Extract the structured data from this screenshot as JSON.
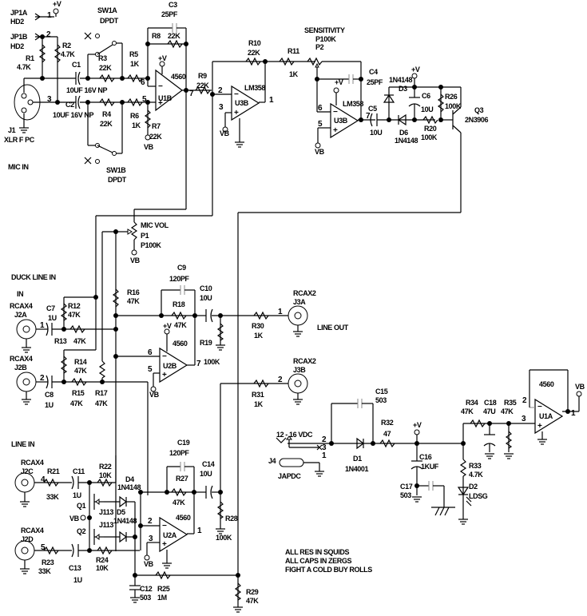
{
  "title": "Audio ducking mixer schematic",
  "notes": [
    "ALL RES IN SQUIDS",
    "ALL CAPS IN ZERGS",
    "FIGHT A COLD BUY ROLLS"
  ],
  "sections": {
    "mic_in": "MIC IN",
    "duck_line_in": "DUCK LINE IN",
    "in": "IN",
    "line_in": "LINE IN",
    "line_out": "LINE OUT",
    "sensitivity": "SENSITIVITY",
    "mic_vol": "MIC VOL"
  },
  "supply": {
    "vplus": "+V",
    "vb": "VB",
    "power_in": "12 - 16 VDC"
  },
  "connectors": {
    "jp1a": [
      "JP1A",
      "HD2"
    ],
    "jp1b": [
      "JP1B",
      "HD2"
    ],
    "j1": [
      "J1",
      "XLR F PC"
    ],
    "j2a": [
      "RCAX4",
      "J2A"
    ],
    "j2b": [
      "RCAX4",
      "J2B"
    ],
    "j2c": [
      "RCAX4",
      "J2C"
    ],
    "j2d": [
      "RCAX4",
      "J2D"
    ],
    "j3a": [
      "RCAX2",
      "J3A"
    ],
    "j3b": [
      "RCAX2",
      "J3B"
    ],
    "j4": [
      "J4",
      "JAPDC"
    ]
  },
  "switches": {
    "sw1a": [
      "SW1A",
      "DPDT"
    ],
    "sw1b": [
      "SW1B",
      "DPDT"
    ]
  },
  "opamps": {
    "u1b": [
      "U1B",
      "4560"
    ],
    "u3b_1": [
      "U3B",
      "LM358"
    ],
    "u3b_2": [
      "U3B",
      "LM358"
    ],
    "u2b": [
      "U2B",
      "4560"
    ],
    "u2a": [
      "U2A",
      "4560"
    ],
    "u1a": [
      "U1A",
      "4560"
    ]
  },
  "resistors": {
    "r1": [
      "R1",
      "4.7K"
    ],
    "r2": [
      "R2",
      "4.7K"
    ],
    "r3": [
      "R3",
      "22K"
    ],
    "r4": [
      "R4",
      "22K"
    ],
    "r5": [
      "R5",
      "1K"
    ],
    "r6": [
      "R6",
      "1K"
    ],
    "r7": [
      "R7",
      "22K"
    ],
    "r8": [
      "R8",
      "22K"
    ],
    "r9": [
      "R9",
      "22K"
    ],
    "r10": [
      "R10",
      "22K"
    ],
    "r11": [
      "R11",
      "1K"
    ],
    "r12": [
      "R12",
      "47K"
    ],
    "r13": [
      "R13",
      "47K"
    ],
    "r14": [
      "R14",
      "47K"
    ],
    "r15": [
      "R15",
      "47K"
    ],
    "r16": [
      "R16",
      "47K"
    ],
    "r17": [
      "R17",
      "47K"
    ],
    "r18": [
      "R18",
      "47K"
    ],
    "r19": [
      "R19",
      "100K"
    ],
    "r20": [
      "R20",
      "100K"
    ],
    "r21": [
      "R21",
      "33K"
    ],
    "r22": [
      "R22",
      "10K"
    ],
    "r23": [
      "R23",
      "33K"
    ],
    "r24": [
      "R24",
      "10K"
    ],
    "r25": [
      "R25",
      "1M"
    ],
    "r26": [
      "R26",
      "100K"
    ],
    "r27": [
      "R27",
      "47K"
    ],
    "r28": [
      "R28",
      "100K"
    ],
    "r29": [
      "R29",
      "47K"
    ],
    "r30": [
      "R30",
      "1K"
    ],
    "r31": [
      "R31",
      "1K"
    ],
    "r32": [
      "R32",
      "47"
    ],
    "r33": [
      "R33",
      "4.7K"
    ],
    "r34": [
      "R34",
      "47K"
    ],
    "r35": [
      "R35",
      "47K"
    ]
  },
  "capacitors": {
    "c1": [
      "C1",
      "10UF 16V NP"
    ],
    "c2": [
      "C2",
      "10UF 16V NP"
    ],
    "c3": [
      "C3",
      "25PF"
    ],
    "c4": [
      "C4",
      "25PF"
    ],
    "c5": [
      "C5",
      "10U"
    ],
    "c6": [
      "C6",
      "10U"
    ],
    "c7": [
      "C7",
      "1U"
    ],
    "c8": [
      "C8",
      "1U"
    ],
    "c9": [
      "C9",
      "120PF"
    ],
    "c10": [
      "C10",
      "10U"
    ],
    "c11": [
      "C11",
      "1U"
    ],
    "c12": [
      "C12",
      "503"
    ],
    "c13": [
      "C13",
      "1U"
    ],
    "c14": [
      "C14",
      "10U"
    ],
    "c15": [
      "C15",
      "503"
    ],
    "c16": [
      "C16",
      "1KUF"
    ],
    "c17": [
      "C17",
      "503"
    ],
    "c18": [
      "C18",
      "47U"
    ],
    "c19": [
      "C19",
      "120PF"
    ]
  },
  "pots": {
    "p1": [
      "P1",
      "P100K"
    ],
    "p2": [
      "P2",
      "P100K"
    ]
  },
  "semis": {
    "d1": [
      "D1",
      "1N4001"
    ],
    "d2": [
      "D2",
      "LDSG"
    ],
    "d3": [
      "D3",
      "1N4148"
    ],
    "d4": [
      "D4",
      "1N4148"
    ],
    "d5": [
      "D5",
      "1N4148"
    ],
    "d6": [
      "D6",
      "1N4148"
    ],
    "q1": [
      "Q1",
      "J113"
    ],
    "q2": [
      "Q2",
      "J113"
    ],
    "q3": [
      "Q3",
      "2N3906"
    ]
  }
}
